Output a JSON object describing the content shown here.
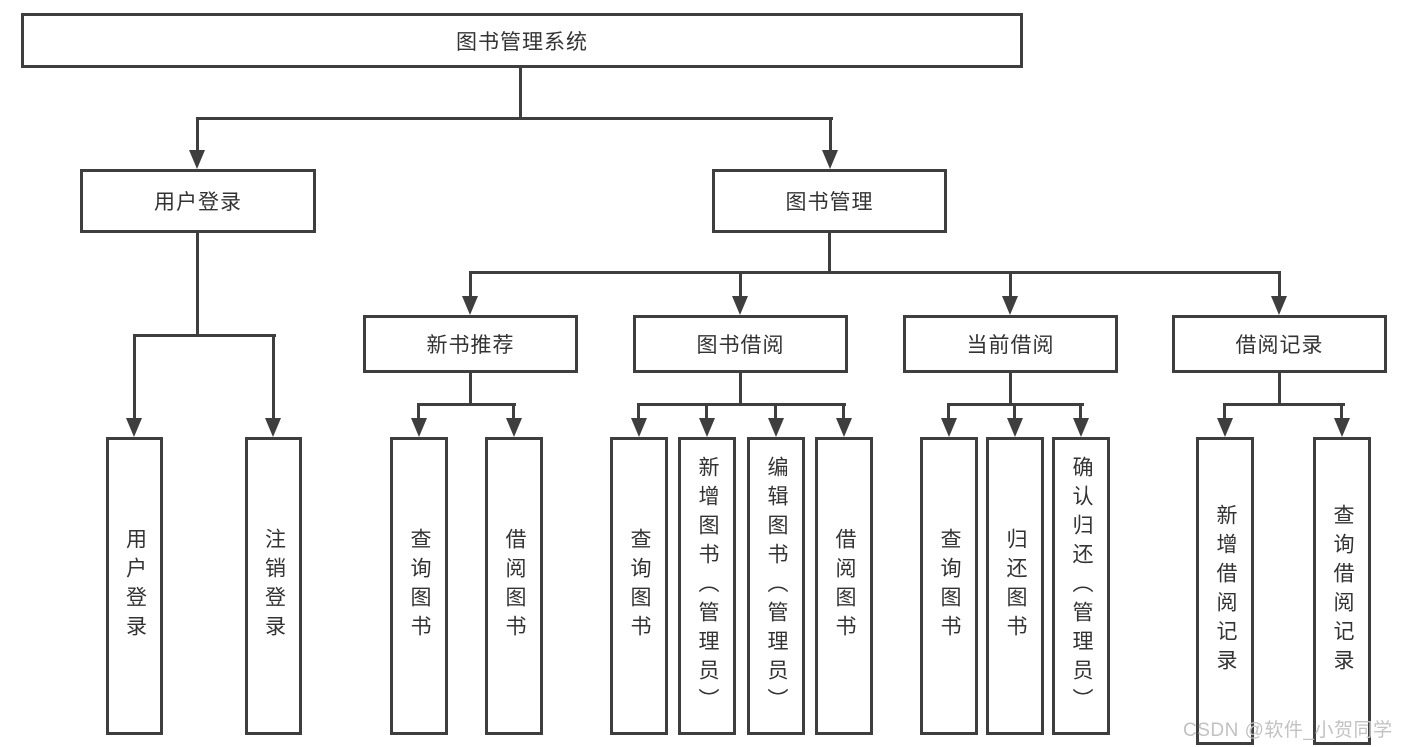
{
  "diagram": {
    "title": "图书管理系统",
    "login": {
      "label": "用户登录",
      "children": [
        {
          "label": "用户登录"
        },
        {
          "label": "注销登录"
        }
      ]
    },
    "management": {
      "label": "图书管理",
      "sections": [
        {
          "label": "新书推荐",
          "children": [
            {
              "label": "查询图书"
            },
            {
              "label": "借阅图书"
            }
          ]
        },
        {
          "label": "图书借阅",
          "children": [
            {
              "label": "查询图书"
            },
            {
              "label": "新增图书（管理员）"
            },
            {
              "label": "编辑图书（管理员）"
            },
            {
              "label": "借阅图书"
            }
          ]
        },
        {
          "label": "当前借阅",
          "children": [
            {
              "label": "查询图书"
            },
            {
              "label": "归还图书"
            },
            {
              "label": "确认归还（管理员）"
            }
          ]
        },
        {
          "label": "借阅记录",
          "children": [
            {
              "label": "新增借阅记录"
            },
            {
              "label": "查询借阅记录"
            }
          ]
        }
      ]
    }
  },
  "watermark": {
    "text": "CSDN @软件_小贺同学"
  },
  "colors": {
    "line": "#3e3e3e",
    "text": "#333333",
    "background": "#ffffff",
    "watermark": "#c2c2c2"
  }
}
